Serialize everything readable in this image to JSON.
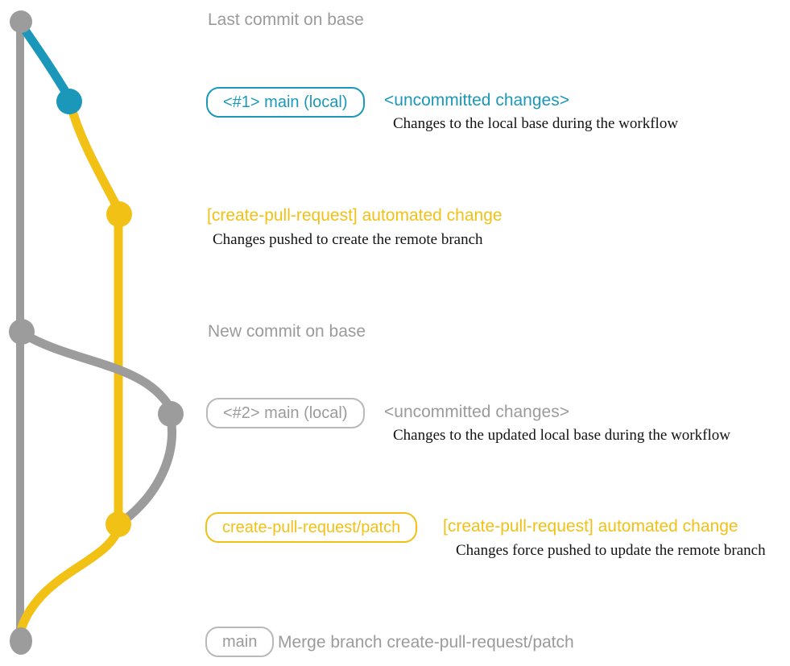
{
  "colors": {
    "base_branch_gray": "#9c9c9c",
    "local_changes_teal": "#1b98b9",
    "patch_branch_yellow": "#f1c116",
    "caption_gray": "#9b9b9b",
    "badge_gray_border": "#b9b9b9",
    "description_text": "#131313"
  },
  "annotations": {
    "last_commit": {
      "caption": "Last commit on base"
    },
    "workflow1": {
      "badge": "<#1> main (local)",
      "status": "<uncommitted changes>",
      "description": "Changes to the local base during the workflow"
    },
    "push1": {
      "message": "[create-pull-request] automated change",
      "description": "Changes pushed to create the remote branch"
    },
    "new_commit": {
      "caption": "New commit on base"
    },
    "workflow2": {
      "badge": "<#2> main (local)",
      "status": "<uncommitted changes>",
      "description": "Changes to the updated local base during the workflow"
    },
    "push2": {
      "badge": "create-pull-request/patch",
      "message": "[create-pull-request] automated change",
      "description": "Changes force pushed to update the remote branch"
    },
    "merge": {
      "badge": "main",
      "message": "Merge branch create-pull-request/patch"
    }
  }
}
